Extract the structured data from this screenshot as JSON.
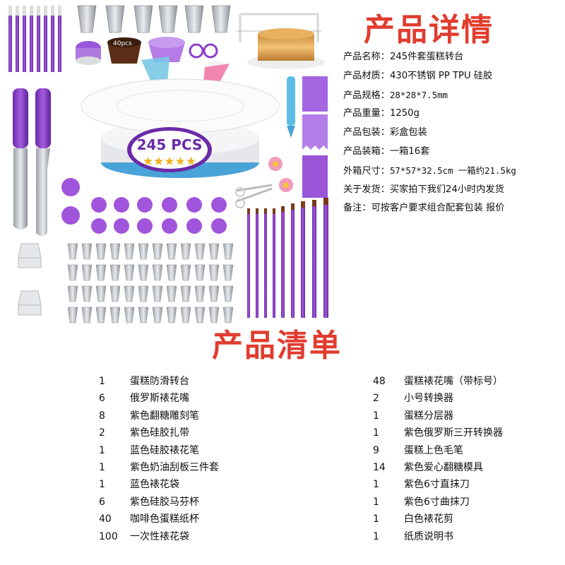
{
  "detail_title": "产品详情",
  "badge": {
    "text": "245 PCS",
    "stars": "★★★★★"
  },
  "cup_label": "40pcs",
  "specs": [
    {
      "label": "产品名称：",
      "value": "245件套蛋糕转台",
      "mono": false
    },
    {
      "label": "产品材质：",
      "value": "430不锈钢 PP TPU 硅胶",
      "mono": false
    },
    {
      "label": "产品规格：",
      "value": "28*28*7.5mm",
      "mono": true
    },
    {
      "label": "产品重量：",
      "value": "1250g",
      "mono": false
    },
    {
      "label": "产品包装：",
      "value": "彩盒包装",
      "mono": false
    },
    {
      "label": "产品装箱：",
      "value": "一箱16套",
      "mono": false
    },
    {
      "label": "外箱尺寸：",
      "value": "57*57*32.5cm 一箱约21.5kg",
      "mono": true
    },
    {
      "label": "关于发货：",
      "value": "买家拍下我们24小时内发货",
      "mono": false
    },
    {
      "label": "备注：",
      "value": "可按客户要求组合配套包装 报价",
      "mono": false
    }
  ],
  "list_title": "产品清单",
  "items_left": [
    {
      "qty": "1",
      "name": "蛋糕防滑转台"
    },
    {
      "qty": "6",
      "name": "俄罗斯裱花嘴"
    },
    {
      "qty": "8",
      "name": "紫色翻糖雕刻笔"
    },
    {
      "qty": "2",
      "name": "紫色硅胶扎带"
    },
    {
      "qty": "1",
      "name": "蓝色硅胶裱花笔"
    },
    {
      "qty": "1",
      "name": "紫色奶油刮板三件套"
    },
    {
      "qty": "1",
      "name": "蓝色裱花袋"
    },
    {
      "qty": "6",
      "name": "紫色硅胶马芬杯"
    },
    {
      "qty": "40",
      "name": "咖啡色蛋糕纸杯"
    },
    {
      "qty": "100",
      "name": "一次性裱花袋"
    }
  ],
  "items_right": [
    {
      "qty": "48",
      "name": "蛋糕裱花嘴（带标号）"
    },
    {
      "qty": "2",
      "name": "小号转换器"
    },
    {
      "qty": "1",
      "name": "蛋糕分层器"
    },
    {
      "qty": "1",
      "name": "紫色俄罗斯三开转换器"
    },
    {
      "qty": "9",
      "name": "蛋糕上色毛笔"
    },
    {
      "qty": "14",
      "name": "紫色爱心翻糖模具"
    },
    {
      "qty": "1",
      "name": "紫色6寸直抹刀"
    },
    {
      "qty": "1",
      "name": "紫色6寸曲抹刀"
    },
    {
      "qty": "1",
      "name": "白色裱花剪"
    },
    {
      "qty": "1",
      "name": "纸质说明书"
    }
  ],
  "colors": {
    "title_red": "#e13c2e",
    "purple": "#8a3fc9",
    "steel": "#c9ccd2"
  }
}
